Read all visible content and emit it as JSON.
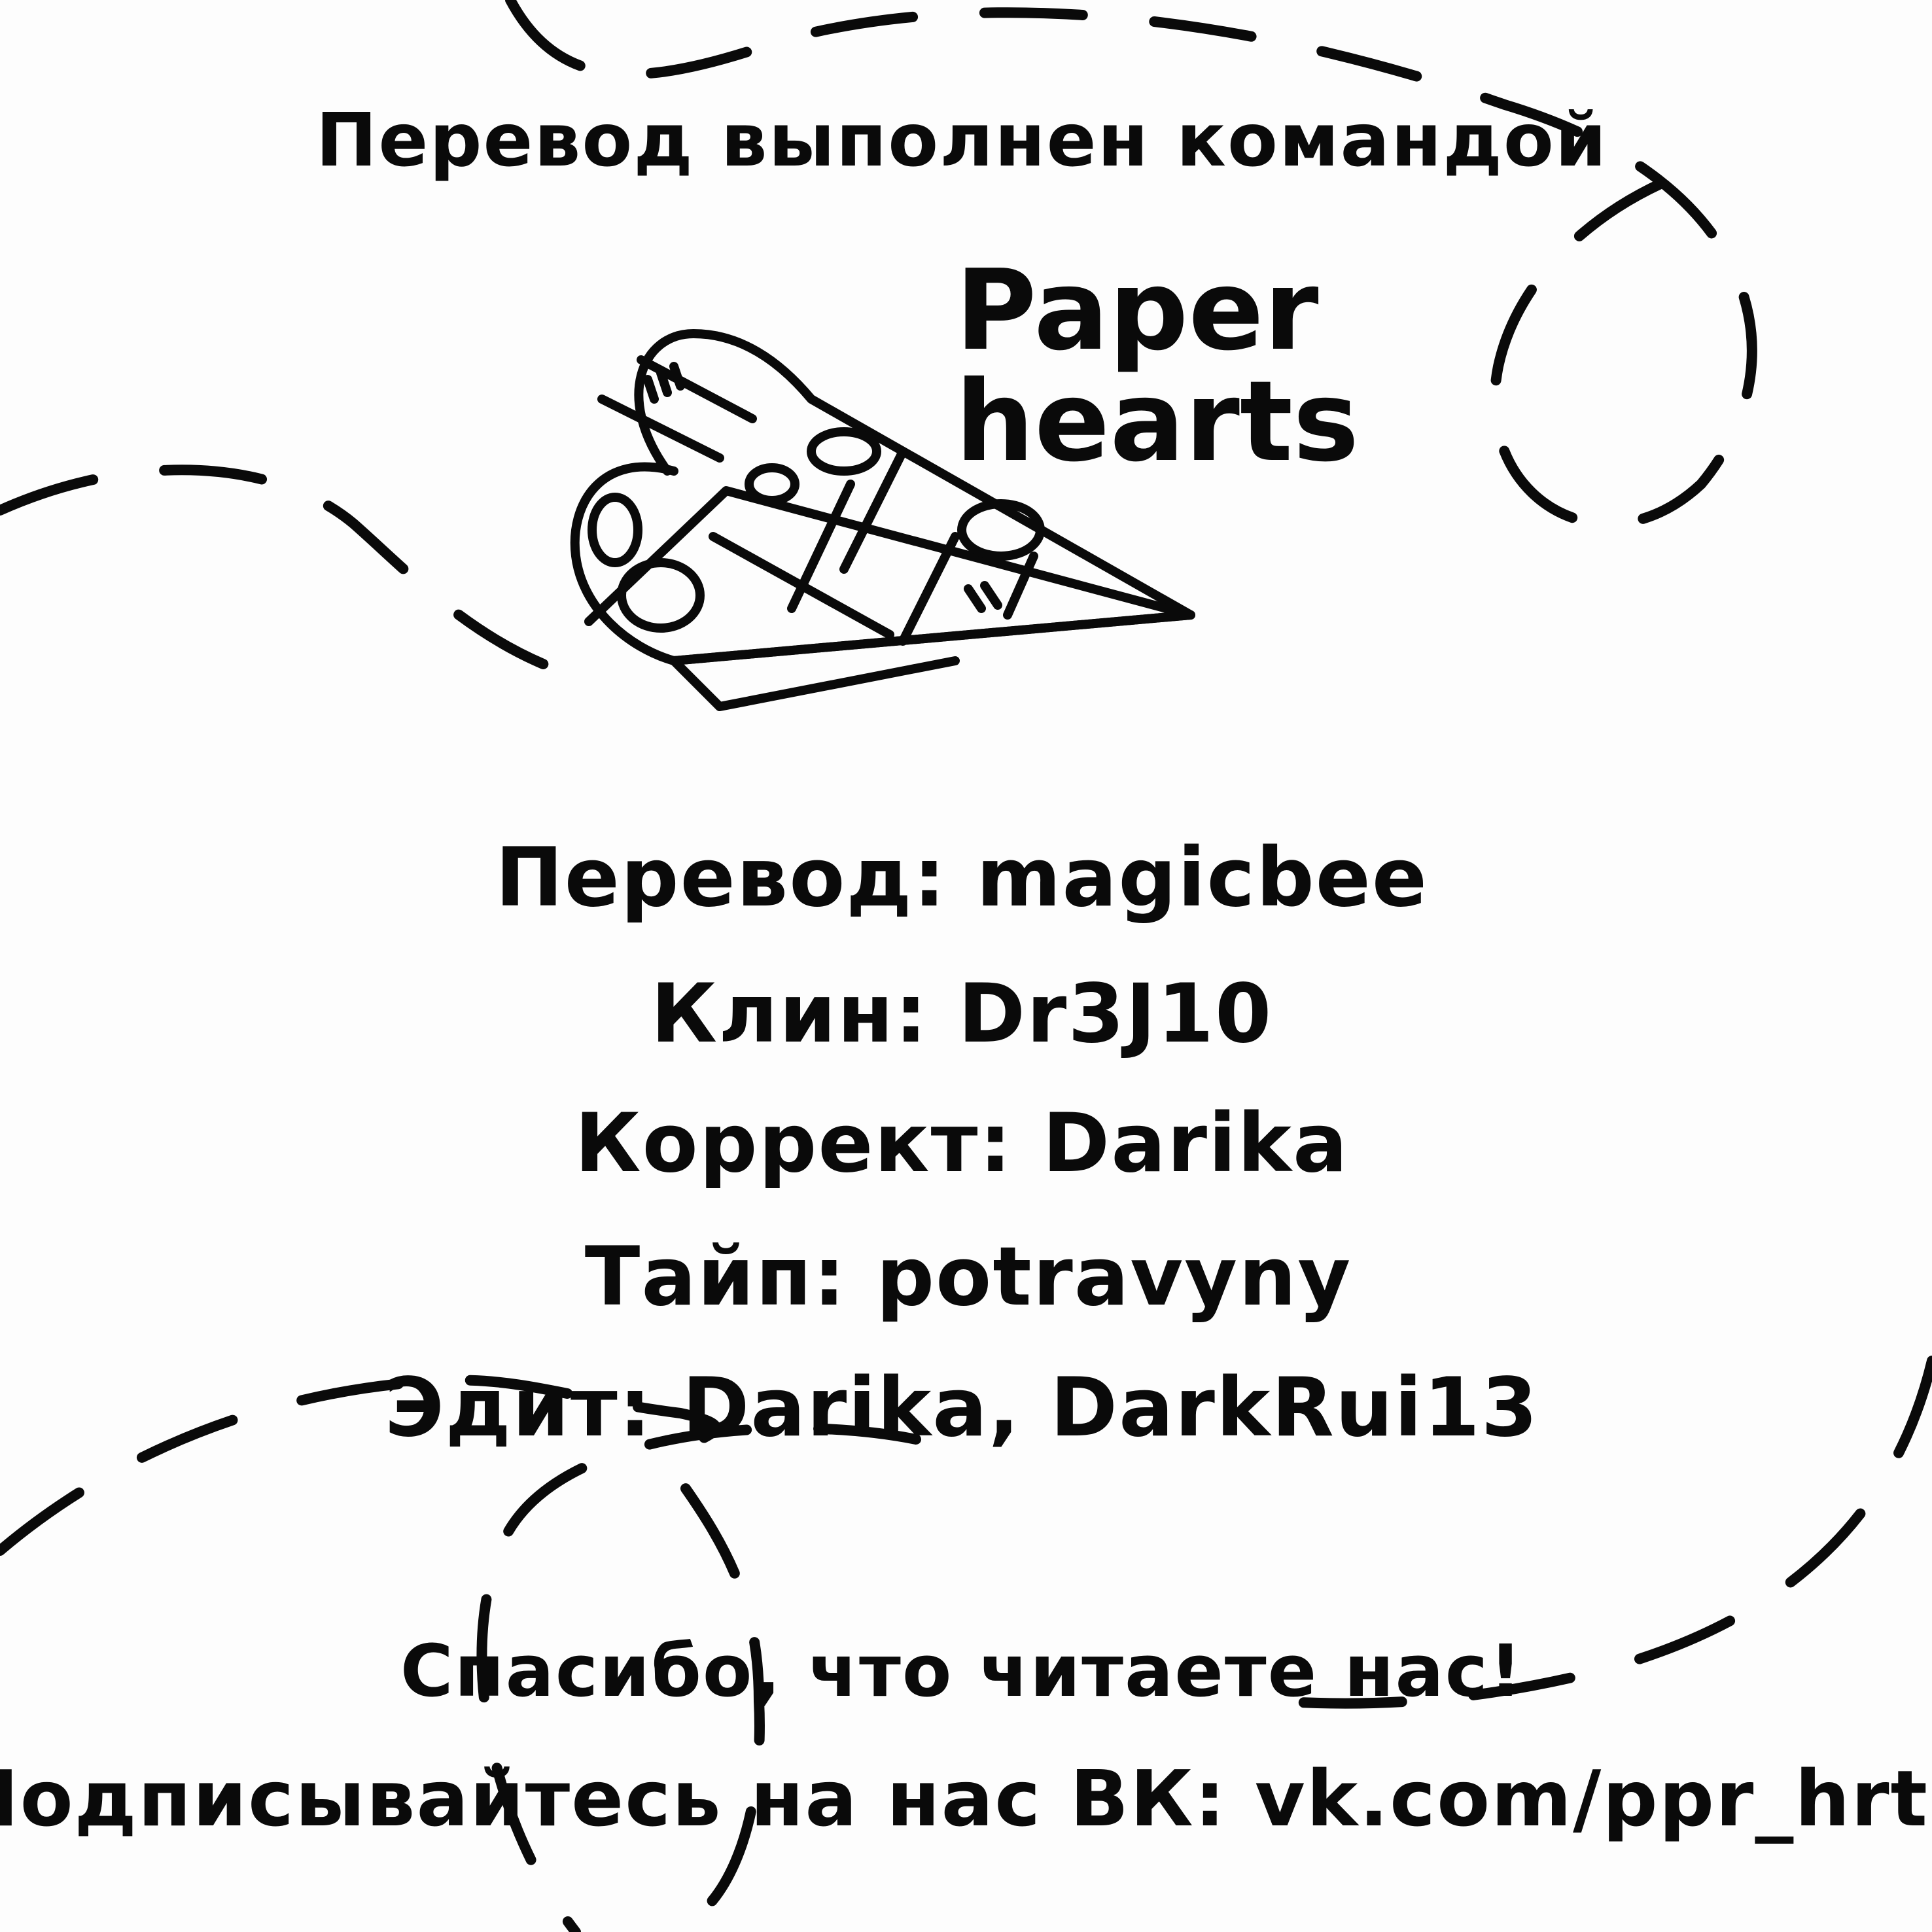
{
  "header": {
    "title": "Перевод выполнен командой"
  },
  "logo": {
    "name": "Paper hearts"
  },
  "credits": [
    {
      "role": "Перевод:",
      "name": "magicbee"
    },
    {
      "role": "Клин:",
      "name": "Dr3J10"
    },
    {
      "role": "Коррект:",
      "name": "Darika"
    },
    {
      "role": "Тайп:",
      "name": "potravyny"
    },
    {
      "role": "Эдит:",
      "name": "Darika, DarkRui13"
    }
  ],
  "footer": {
    "thanks": "Спасибо, что читаете нас!",
    "subscribe": "Подписывайтесь на нас ВК: vk.com/ppr_hrts"
  },
  "colors": {
    "ink": "#0a0a0a",
    "paper": "#fdfdfd"
  }
}
